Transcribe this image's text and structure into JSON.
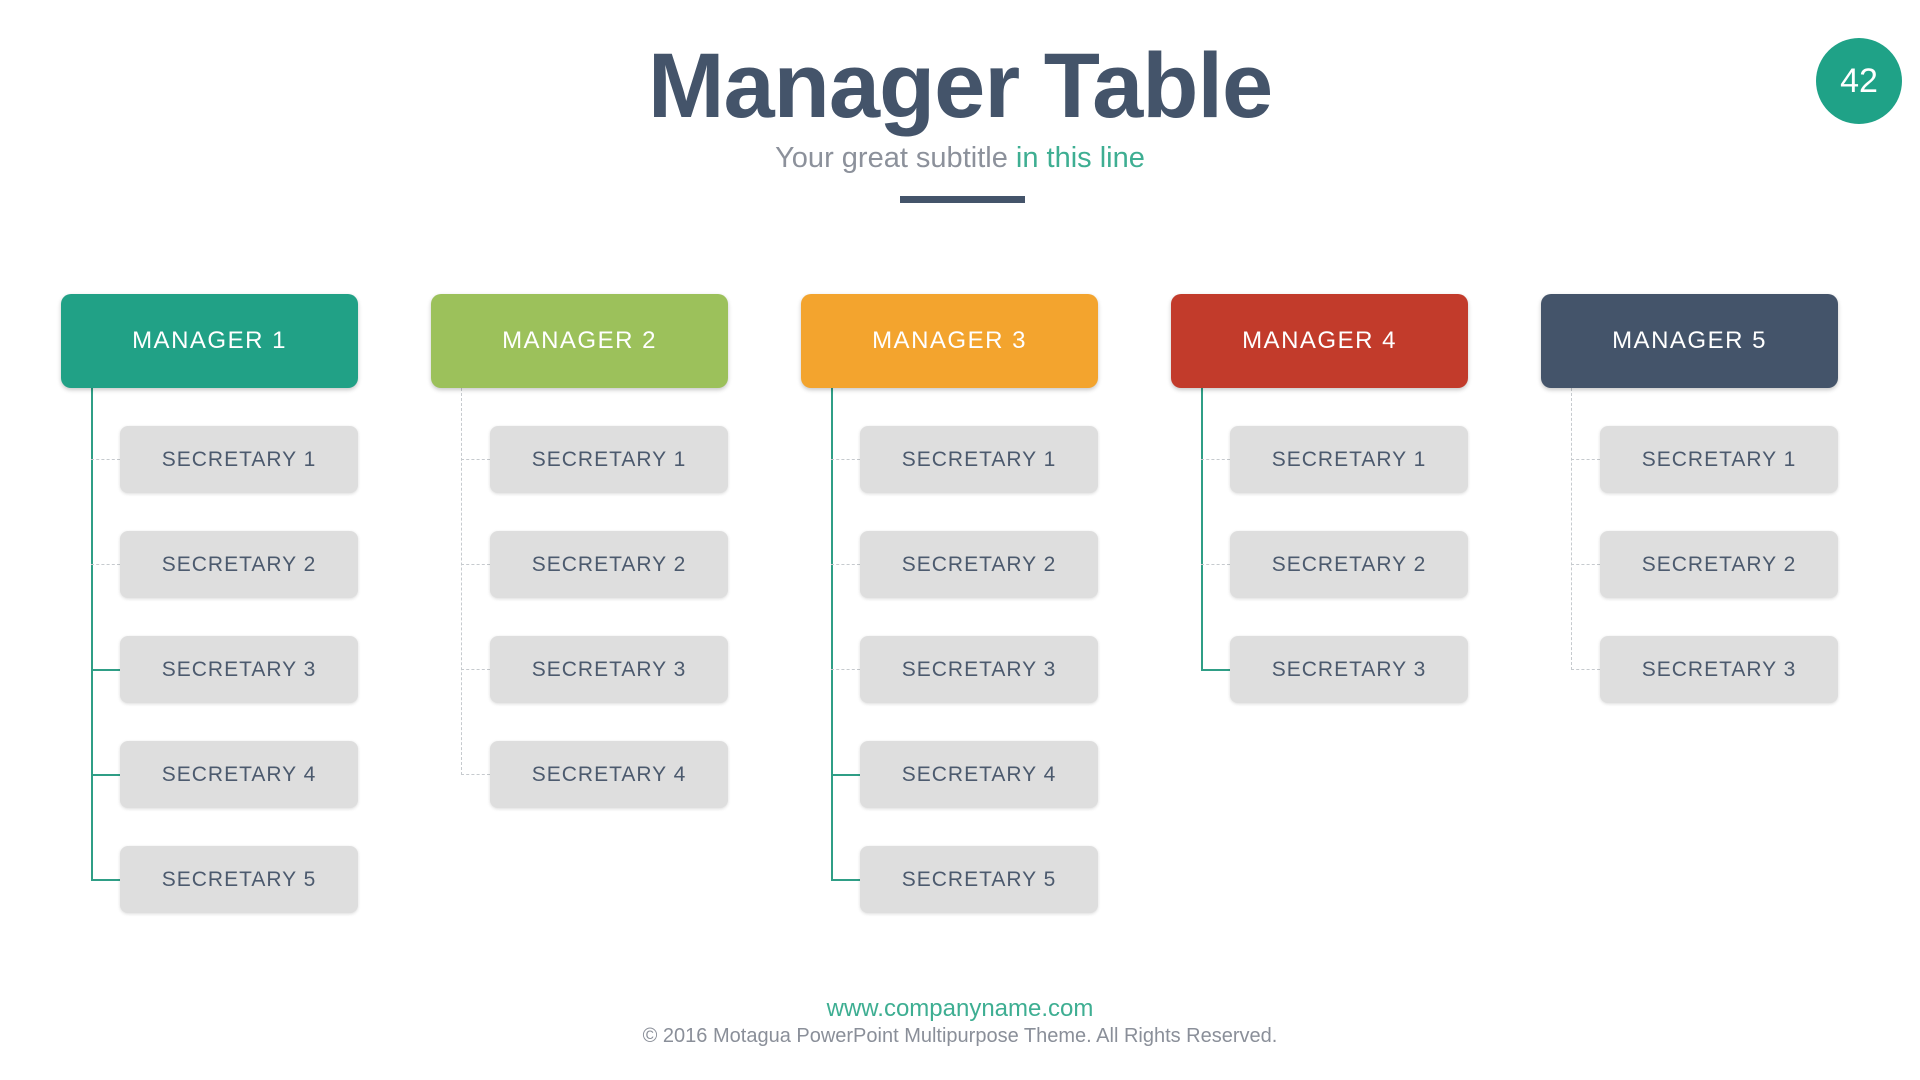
{
  "header": {
    "title": "Manager Table",
    "subtitle_plain": "Your great subtitle ",
    "subtitle_accent": "in this line",
    "page_number": "42"
  },
  "footer": {
    "url": "www.companyname.com",
    "copyright": "© 2016 Motagua PowerPoint Multipurpose Theme. All Rights Reserved."
  },
  "colors": {
    "title": "#44546A",
    "subtitle_gray": "#8C919B",
    "accent_teal": "#3EAE92",
    "badge_bg": "#1FA287",
    "secretary_bg": "#DEDEDE",
    "secretary_text": "#4C5A6E",
    "copyright_gray": "#8A8F99",
    "connector_solid": "#2F9E86",
    "connector_dashed": "#C6CACE",
    "underline": "#44546A"
  },
  "org_chart": {
    "columns": [
      {
        "manager": "MANAGER 1",
        "color": "#21A186",
        "trunk": "solid",
        "secretaries": [
          {
            "label": "SECRETARY 1",
            "connector": "dashed"
          },
          {
            "label": "SECRETARY 2",
            "connector": "dashed"
          },
          {
            "label": "SECRETARY 3",
            "connector": "solid"
          },
          {
            "label": "SECRETARY 4",
            "connector": "solid"
          },
          {
            "label": "SECRETARY 5",
            "connector": "solid"
          }
        ]
      },
      {
        "manager": "MANAGER 2",
        "color": "#9CC15B",
        "trunk": "dashed",
        "secretaries": [
          {
            "label": "SECRETARY 1",
            "connector": "dashed"
          },
          {
            "label": "SECRETARY 2",
            "connector": "dashed"
          },
          {
            "label": "SECRETARY 3",
            "connector": "dashed"
          },
          {
            "label": "SECRETARY 4",
            "connector": "dashed"
          }
        ]
      },
      {
        "manager": "MANAGER 3",
        "color": "#F3A42E",
        "trunk": "solid",
        "secretaries": [
          {
            "label": "SECRETARY 1",
            "connector": "dashed"
          },
          {
            "label": "SECRETARY 2",
            "connector": "dashed"
          },
          {
            "label": "SECRETARY 3",
            "connector": "dashed"
          },
          {
            "label": "SECRETARY 4",
            "connector": "solid"
          },
          {
            "label": "SECRETARY 5",
            "connector": "solid"
          }
        ]
      },
      {
        "manager": "MANAGER 4",
        "color": "#C23B2B",
        "trunk": "solid",
        "secretaries": [
          {
            "label": "SECRETARY 1",
            "connector": "dashed"
          },
          {
            "label": "SECRETARY 2",
            "connector": "dashed"
          },
          {
            "label": "SECRETARY 3",
            "connector": "solid"
          }
        ]
      },
      {
        "manager": "MANAGER 5",
        "color": "#44546A",
        "trunk": "dashed",
        "secretaries": [
          {
            "label": "SECRETARY 1",
            "connector": "dashed"
          },
          {
            "label": "SECRETARY 2",
            "connector": "dashed"
          },
          {
            "label": "SECRETARY 3",
            "connector": "dashed"
          }
        ]
      }
    ]
  }
}
